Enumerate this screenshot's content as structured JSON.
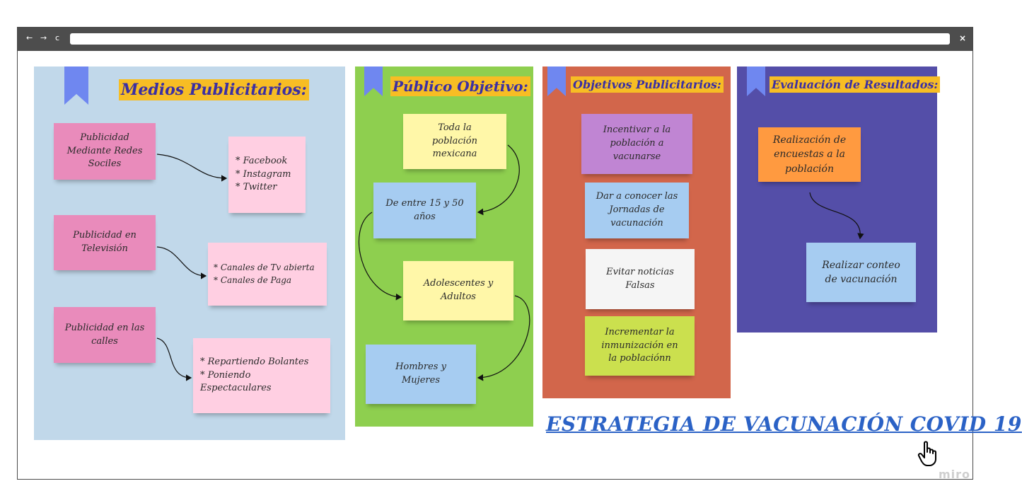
{
  "browser": {
    "nav": {
      "back": "←",
      "forward": "→",
      "reload": "c"
    },
    "close": "×"
  },
  "colors": {
    "panel_medios": "#c1d8ea",
    "panel_publico": "#8ecf4f",
    "panel_objetivos": "#d2664b",
    "panel_evaluacion": "#544ea8",
    "title_bg": "#f7bd24",
    "title_text": "#3b2fa3",
    "ribbon": "#6f87f0",
    "note_pink": "#e98bbb",
    "note_lightpink": "#ffcfe2",
    "note_yellow": "#fff7a8",
    "note_blue": "#a6ccf1",
    "note_purple": "#c085d3",
    "note_white": "#f5f5f5",
    "note_lime": "#cbe04e",
    "note_orange": "#ff9a40",
    "link": "#2b62c6"
  },
  "panels": {
    "medios": {
      "title": "Medios Publicitarios:",
      "notes": {
        "redes": "Publicidad\nMediante Redes\nSociles",
        "redes_list": "* Facebook\n* Instagram\n* Twitter",
        "tv": "Publicidad en\nTelevisión",
        "tv_list": "* Canales de Tv abierta\n* Canales de Paga",
        "calles": "Publicidad en las\ncalles",
        "calles_list": "* Repartiendo Bolantes\n* Poniendo\nEspectaculares"
      }
    },
    "publico": {
      "title": "Público Objetivo:",
      "notes": {
        "poblacion": "Toda la\npoblación\nmexicana",
        "edad": "De entre 15 y 50\naños",
        "adolescentes": "Adolescentes y\nAdultos",
        "hombres": "Hombres y\nMujeres"
      }
    },
    "objetivos": {
      "title": "Objetivos Publicitarios:",
      "notes": {
        "incentivar": "Incentivar a la\npoblación a\nvacunarse",
        "jornadas": "Dar a conocer las\nJornadas de\nvacunación",
        "noticias": "Evitar noticias\nFalsas",
        "inmunizacion": "Incrementar la\ninmunización en\nla poblaciónn"
      }
    },
    "evaluacion": {
      "title": "Evaluación de Resultados:",
      "notes": {
        "encuestas": "Realización de\nencuestas a la\npoblación",
        "conteo": "Realizar conteo\nde vacunación"
      }
    }
  },
  "footer": {
    "title": "ESTRATEGIA DE VACUNACIÓN COVID 19"
  },
  "watermark": "miro"
}
